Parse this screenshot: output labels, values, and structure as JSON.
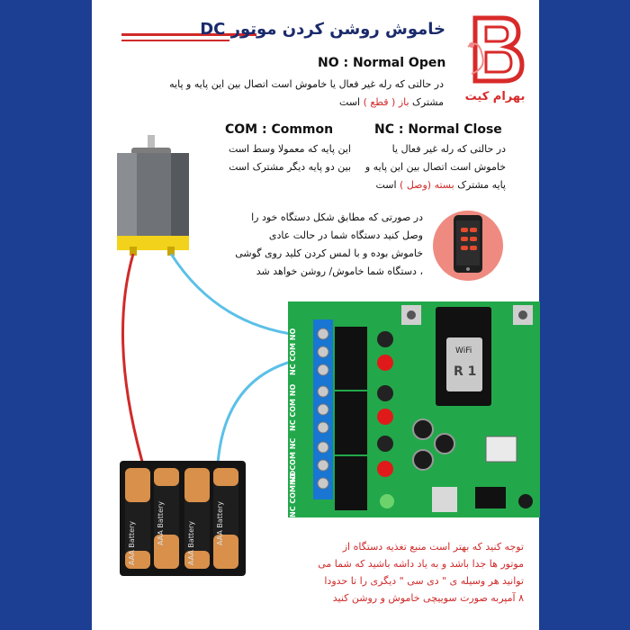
{
  "title": "خاموش روشن کردن موتور DC",
  "logo": {
    "name": "بهرام کیت"
  },
  "no": {
    "heading": "NO : Normal Open",
    "line1": "در حالتی که رله غیر فعال یا خاموش است  اتصال بین این پایه و پایه",
    "line2_pre": "مشترک",
    "line2_red": "باز ( قطع )",
    "line2_post": "است"
  },
  "com": {
    "heading": "COM : Common",
    "line1": "این پایه که معمولا وسط است",
    "line2": "بین دو پایه دیگر مشترک است"
  },
  "nc": {
    "heading": "NC : Normal Close",
    "line1": "در حالتی که رله غیر فعال یا",
    "line2": "خاموش است  اتصال بین این پایه و",
    "line3_pre": "پایه مشترک",
    "line3_red": "بسته  (وصل )",
    "line3_post": "است"
  },
  "instructions": [
    "در صورتی که مطابق شکل دستگاه خود را",
    "وصل کنید  دستگاه شما در حالت عادی",
    "خاموش بوده و با لمس کردن کلید روی گوشی",
    "، دستگاه شما خاموش/ روشن خواهد شد"
  ],
  "board": {
    "terminals_top": "NC COM NO",
    "terminals_mid": "NC COM NO",
    "terminals_mid2": "NO COM NC",
    "terminals_bottom": "NC COM NO",
    "wifi_label": "WiFi",
    "module_label": "R 1"
  },
  "battery": {
    "label": "AAA Battery"
  },
  "note": [
    "توجه کنید که بهتر است منبع تغذیه دستگاه از",
    "موتور ها جدا باشد و به یاد داشه باشید که شما می",
    "توانید هر وسیله ی \" دی سی \" دیگری را تا حدودا",
    "۸ آمپربه صورت سوییچی خاموش و روشن کنید"
  ],
  "colors": {
    "background": "#1c3f93",
    "accent_red": "#d02a2a",
    "board_green": "#22a84a",
    "terminal_blue": "#1976d2"
  }
}
